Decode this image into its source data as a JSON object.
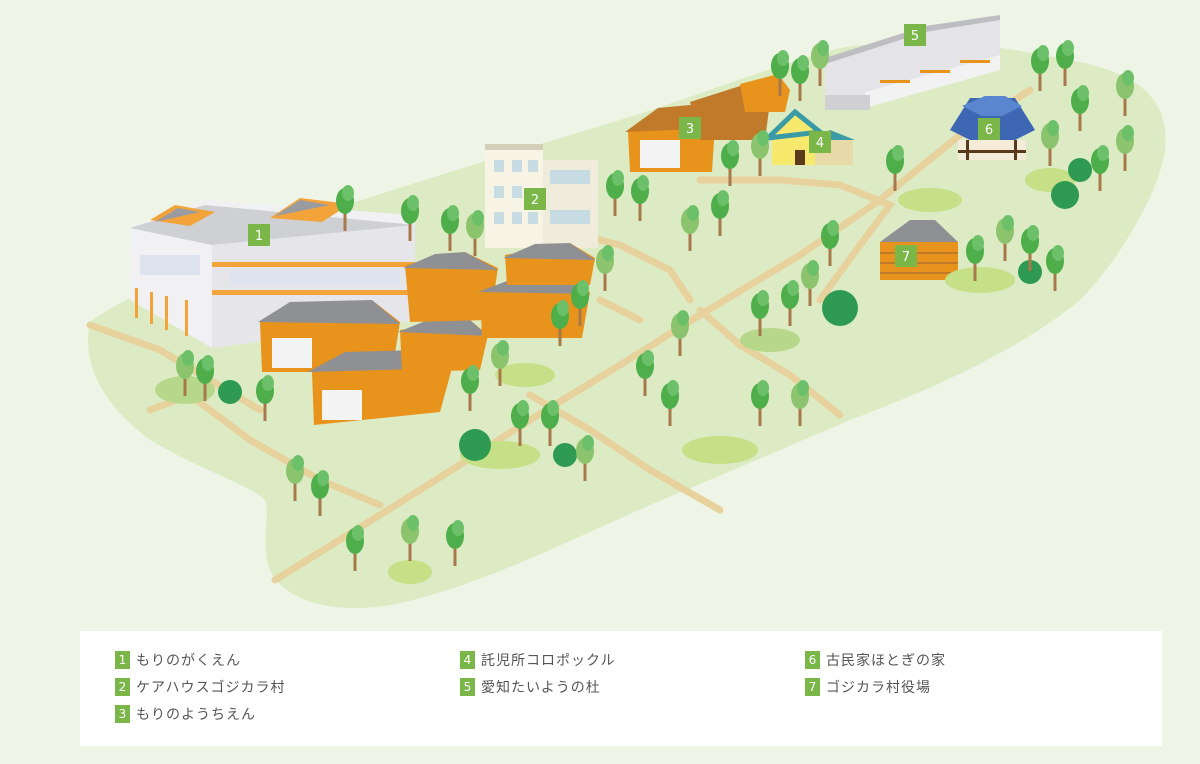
{
  "colors": {
    "background": "#eff5e6",
    "ground": "#dcebc4",
    "path": "#e7d29e",
    "marker": "#7ab648",
    "wood": "#e8931c",
    "roof": "#8f9094",
    "tree": "#4eae4a",
    "legend_text": "#555555"
  },
  "markers": [
    {
      "num": "1",
      "building": "もりのがくえん"
    },
    {
      "num": "2",
      "building": "ケアハウスゴジカラ村"
    },
    {
      "num": "3",
      "building": "もりのようちえん"
    },
    {
      "num": "4",
      "building": "託児所コロポックル"
    },
    {
      "num": "5",
      "building": "愛知たいようの杜"
    },
    {
      "num": "6",
      "building": "古民家ほとぎの家"
    },
    {
      "num": "7",
      "building": "ゴジカラ村役場"
    }
  ],
  "legend": {
    "items": [
      {
        "num": "1",
        "label": "もりのがくえん"
      },
      {
        "num": "2",
        "label": "ケアハウスゴジカラ村"
      },
      {
        "num": "3",
        "label": "もりのようちえん"
      },
      {
        "num": "4",
        "label": "託児所コロポックル"
      },
      {
        "num": "5",
        "label": "愛知たいようの杜"
      },
      {
        "num": "6",
        "label": "古民家ほとぎの家"
      },
      {
        "num": "7",
        "label": "ゴジカラ村役場"
      }
    ]
  }
}
